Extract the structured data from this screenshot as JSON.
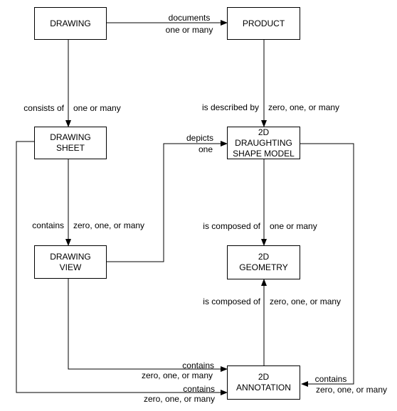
{
  "nodes": {
    "drawing": "DRAWING",
    "product": "PRODUCT",
    "drawing_sheet": "DRAWING\nSHEET",
    "shape_model": "2D\nDRAUGHTING\nSHAPE MODEL",
    "drawing_view": "DRAWING\nVIEW",
    "geometry": "2D\nGEOMETRY",
    "annotation": "2D\nANNOTATION"
  },
  "edges": {
    "drawing_product": {
      "role": "documents",
      "cardinality": "one or many"
    },
    "drawing_sheet": {
      "role": "consists of",
      "cardinality": "one or many"
    },
    "product_model": {
      "role": "is described by",
      "cardinality": "zero, one, or many"
    },
    "view_model": {
      "role": "depicts",
      "cardinality": "one"
    },
    "sheet_view": {
      "role": "contains",
      "cardinality": "zero, one, or many"
    },
    "model_geometry": {
      "role": "is composed of",
      "cardinality": "one or many"
    },
    "annotation_geometry": {
      "role": "is composed of",
      "cardinality": "zero, one, or many"
    },
    "view_annotation": {
      "role": "contains",
      "cardinality": "zero, one, or many"
    },
    "sheet_annotation": {
      "role": "contains",
      "cardinality": "zero, one, or many"
    },
    "model_annotation": {
      "role": "contains",
      "cardinality": "zero, one, or many"
    }
  }
}
